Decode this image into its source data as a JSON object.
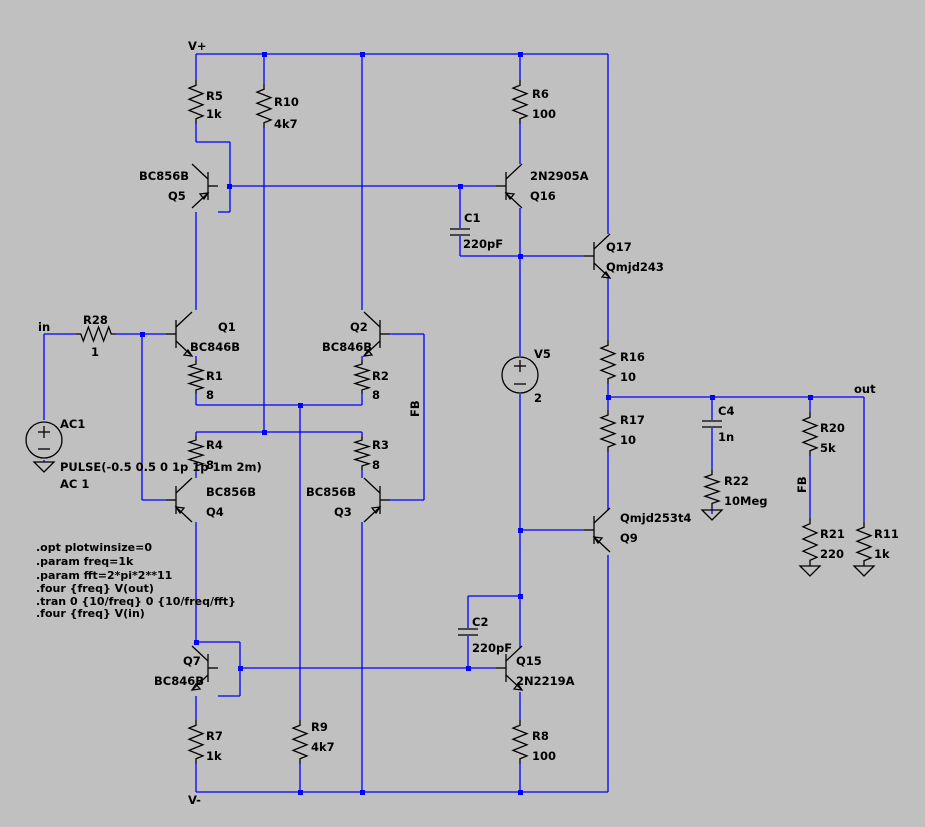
{
  "nets": {
    "vplus": "V+",
    "vminus": "V-",
    "in": "in",
    "out": "out",
    "fb_left": "FB",
    "fb_right": "FB"
  },
  "resistors": {
    "R5": {
      "name": "R5",
      "value": "1k"
    },
    "R10": {
      "name": "R10",
      "value": "4k7"
    },
    "R6": {
      "name": "R6",
      "value": "100"
    },
    "R28": {
      "name": "R28",
      "value": "1"
    },
    "R1": {
      "name": "R1",
      "value": "8"
    },
    "R2": {
      "name": "R2",
      "value": "8"
    },
    "R4": {
      "name": "R4",
      "value": "8"
    },
    "R3": {
      "name": "R3",
      "value": "8"
    },
    "R16": {
      "name": "R16",
      "value": "10"
    },
    "R17": {
      "name": "R17",
      "value": "10"
    },
    "R20": {
      "name": "R20",
      "value": "5k"
    },
    "R22": {
      "name": "R22",
      "value": "10Meg"
    },
    "R21": {
      "name": "R21",
      "value": "220"
    },
    "R11": {
      "name": "R11",
      "value": "1k"
    },
    "R7": {
      "name": "R7",
      "value": "1k"
    },
    "R9": {
      "name": "R9",
      "value": "4k7"
    },
    "R8": {
      "name": "R8",
      "value": "100"
    }
  },
  "transistors": {
    "Q5": {
      "name": "Q5",
      "model": "BC856B"
    },
    "Q16": {
      "name": "Q16",
      "model": "2N2905A"
    },
    "Q17": {
      "name": "Q17",
      "model": "Qmjd243"
    },
    "Q1": {
      "name": "Q1",
      "model": "BC846B"
    },
    "Q2": {
      "name": "Q2",
      "model": "BC846B"
    },
    "Q4": {
      "name": "Q4",
      "model": "BC856B"
    },
    "Q3": {
      "name": "Q3",
      "model": "BC856B"
    },
    "Q9": {
      "name": "Q9",
      "model": "Qmjd253t4"
    },
    "Q7": {
      "name": "Q7",
      "model": "BC846B"
    },
    "Q15": {
      "name": "Q15",
      "model": "2N2219A"
    }
  },
  "capacitors": {
    "C1": {
      "name": "C1",
      "value": "220pF"
    },
    "C4": {
      "name": "C4",
      "value": "1n"
    },
    "C2": {
      "name": "C2",
      "value": "220pF"
    }
  },
  "sources": {
    "V5": {
      "name": "V5",
      "value": "2"
    },
    "AC1": {
      "name": "AC1",
      "value1": "PULSE(-0.5 0.5 0 1p 1p 1m 2m)",
      "value2": "AC 1"
    }
  },
  "directives": [
    ".opt plotwinsize=0",
    ".param freq=1k",
    ".param fft=2*pi*2**11",
    ".four {freq} V(out)",
    ".tran 0 {10/freq} 0 {10/freq/fft}",
    ".four {freq} V(in)"
  ],
  "colors": {
    "background": "#c0c0c0",
    "wire": "#0000ff",
    "component": "#000000"
  }
}
